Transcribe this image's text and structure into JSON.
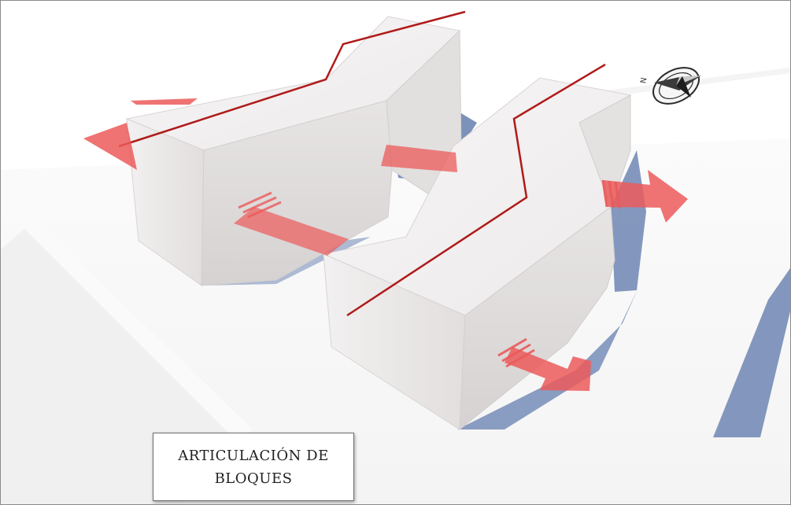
{
  "caption": {
    "line1": "ARTICULACIÓN DE",
    "line2": "BLOQUES"
  },
  "compass": {
    "letter": "N"
  },
  "colors": {
    "ridge_line": "#b01a1a",
    "arrow": "#ec5a5a",
    "block_top": "#f4f2f2",
    "block_side": "#e9e6e6",
    "block_front": "#dedada",
    "shadow": "#6e86b4"
  }
}
